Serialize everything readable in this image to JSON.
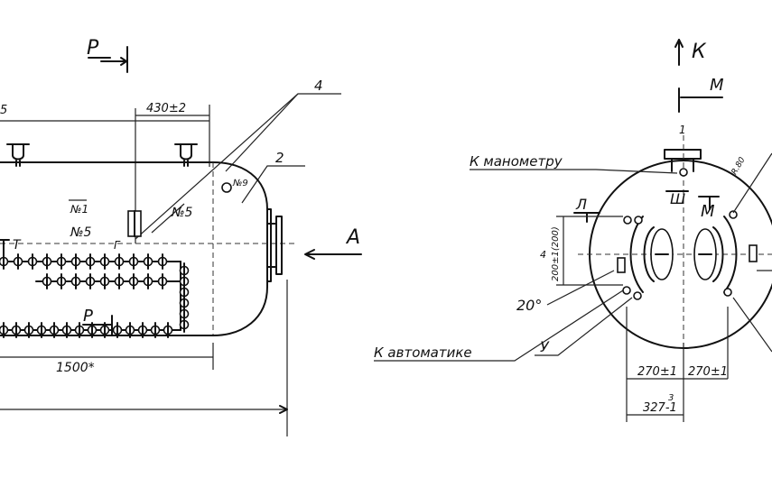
{
  "side_view": {
    "section_label": "Р",
    "dim_top_partial": "5",
    "dim_top_right": "430±2",
    "callout_4": "4",
    "callout_2": "2",
    "nozzle_1": "№1",
    "nozzle_5a": "№5",
    "nozzle_5b": "№5",
    "nozzle_small": "№9",
    "mark_t": "Т",
    "mark_g": "Г",
    "section_p_inner": "Р",
    "view_a": "А",
    "dim_length": "1500*"
  },
  "end_view": {
    "view_k": "К",
    "view_m": "М",
    "item_1": "1",
    "to_manometer": "К манометру",
    "to_automatics": "К автоматике",
    "mark_l": "Л",
    "mark_sh": "Ш",
    "mark_m": "М",
    "mark_u": "У",
    "angle": "20°",
    "dim_vertical": "200±1(200)",
    "dim_small": "4",
    "dim_r": "R.80",
    "dim_h1": "270±1",
    "dim_h2": "270±1",
    "dim_h3": "327-1",
    "dim_h3_sup": "3"
  }
}
